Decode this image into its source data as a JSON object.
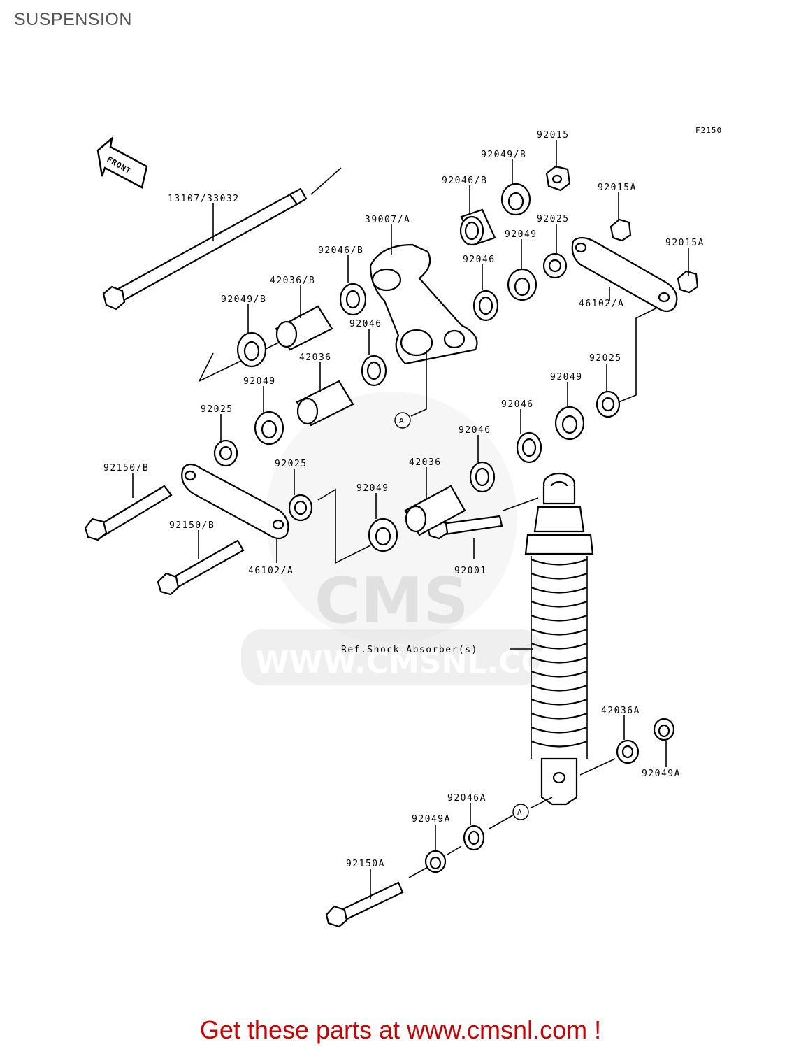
{
  "page": {
    "title": "SUSPENSION",
    "figure_code": "F2150"
  },
  "footer": {
    "cta": "Get these parts at www.cmsnl.com !"
  },
  "direction_marker": {
    "label": "FRONT"
  },
  "watermark": {
    "logo_text": "CMS",
    "url_text": "WWW.CMSNL.COM"
  },
  "reference_marker": "A",
  "callouts": [
    "92015",
    "92049/B",
    "92046/B",
    "92015A",
    "39007/A",
    "92025",
    "92049",
    "92015A",
    "13107/33032",
    "92046/B",
    "92046",
    "42036/B",
    "92049/B",
    "46102/A",
    "92046",
    "42036",
    "92025",
    "92049",
    "92049",
    "92046",
    "92025",
    "92046",
    "92150/B",
    "42036",
    "92025",
    "92049",
    "92150/B",
    "92001",
    "46102/A",
    "Ref.Shock Absorber(s)",
    "42036A",
    "92049A",
    "92046A",
    "92049A",
    "92150A"
  ]
}
